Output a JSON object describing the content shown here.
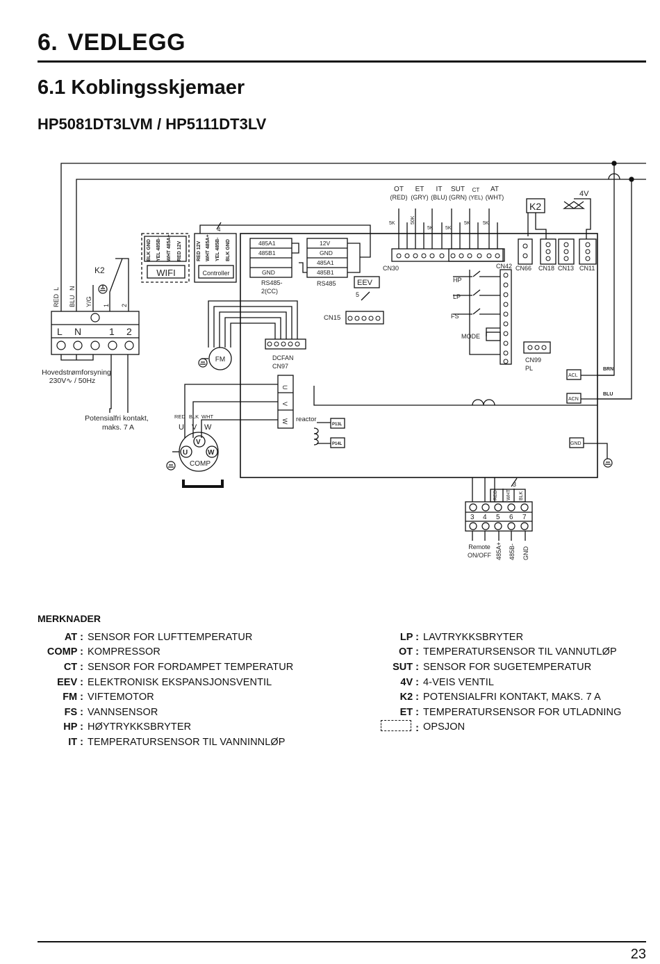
{
  "heading": {
    "number": "6.",
    "title": "VEDLEGG"
  },
  "section_title": "6.1 Koblingsskjemaer",
  "model_title": "HP5081DT3LVM / HP5111DT3LV",
  "diagram": {
    "terminal_letters": [
      "L",
      "N",
      "1",
      "2"
    ],
    "wire_labels_left": [
      "RED",
      "L",
      "BLU",
      "N",
      "Y/G",
      "1",
      "2"
    ],
    "k2_label": "K2",
    "power_supply": [
      "Hovedstrømforsyning",
      "230V∿ / 50Hz"
    ],
    "potential_free": [
      "Potensialfri kontakt,",
      "maks. 7 A"
    ],
    "wifi_pins": [
      "BLK GND",
      "YEL 485B-",
      "WHT 485A+",
      "RED 12V"
    ],
    "wifi_label": "WIFI",
    "controller_pins": [
      "RED 12V",
      "WHT 485A+",
      "YEL 485B-",
      "BLK GND"
    ],
    "controller_label": "Controller",
    "controller_num": "4",
    "rs485_cc_pins": [
      "485A1",
      "485B1",
      "GND"
    ],
    "rs485_cc_label": [
      "RS485-",
      "2(CC)"
    ],
    "rs485_pins": [
      "12V",
      "GND",
      "485A1",
      "485B1"
    ],
    "rs485_label": "RS485",
    "eev_label": "EEV",
    "eev_num": "5",
    "cn15_label": "CN15",
    "fm_label": "FM",
    "dcfan_label": [
      "DCFAN",
      "CN97"
    ],
    "uvw": [
      "U",
      "V",
      "W"
    ],
    "comp_wires": [
      "RED",
      "BLK",
      "WHT"
    ],
    "comp_label": "COMP",
    "reactor_label": "reactor",
    "p13_label": "P13L",
    "p14_label": "P14L",
    "sensors_top": [
      "OT",
      "ET",
      "IT",
      "SUT",
      "CT",
      "AT"
    ],
    "sensors_colors": [
      "(RED)",
      "(GRY)",
      "(BLU)",
      "(GRN)",
      "(YEL)",
      "(WHT)"
    ],
    "sensor_res": [
      "5K",
      "50K",
      "5K",
      "5K",
      "5K",
      "5K"
    ],
    "cn30_label": "CN30",
    "cn42_label": "CN42",
    "switch_labels": [
      "HP",
      "LP",
      "FS",
      "MODE"
    ],
    "k2_top_label": "K2",
    "fourv_label": "4V",
    "connectors_right": [
      "CN66",
      "CN18",
      "CN13",
      "CN11"
    ],
    "cn99_label": [
      "CN99",
      "PL"
    ],
    "acl_label": "ACL",
    "acn_label": "ACN",
    "gnd_label": "GND",
    "brn_label": "BRN",
    "blu_label": "BLU",
    "bottom_wire_num": "3",
    "bottom_wires": [
      "RED",
      "WHT",
      "BLK"
    ],
    "bottom_terminals": [
      "3",
      "4",
      "5",
      "6",
      "7"
    ],
    "bottom_labels": [
      "Remote",
      "ON/OFF",
      "485A+",
      "485B-",
      "GND"
    ]
  },
  "notes_title": "MERKNADER",
  "notes_left": [
    {
      "key": "AT :",
      "desc": "SENSOR FOR LUFTTEMPERATUR"
    },
    {
      "key": "COMP :",
      "desc": "KOMPRESSOR"
    },
    {
      "key": "CT :",
      "desc": "SENSOR FOR FORDAMPET TEMPERATUR"
    },
    {
      "key": "EEV :",
      "desc": "ELEKTRONISK EKSPANSJONSVENTIL"
    },
    {
      "key": "FM :",
      "desc": "VIFTEMOTOR"
    },
    {
      "key": "FS :",
      "desc": "VANNSENSOR"
    },
    {
      "key": "HP :",
      "desc": "HØYTRYKKSBRYTER"
    },
    {
      "key": "IT :",
      "desc": "TEMPERATURSENSOR TIL VANNINNLØP"
    }
  ],
  "notes_right": [
    {
      "key": "LP :",
      "desc": "LAVTRYKKSBRYTER"
    },
    {
      "key": "OT :",
      "desc": "TEMPERATURSENSOR TIL VANNUTLØP"
    },
    {
      "key": "SUT :",
      "desc": "SENSOR FOR SUGETEMPERATUR"
    },
    {
      "key": "4V :",
      "desc": "4-VEIS VENTIL"
    },
    {
      "key": "K2 :",
      "desc": "POTENSIALFRI KONTAKT, MAKS. 7 A"
    },
    {
      "key": "ET :",
      "desc": "TEMPERATURSENSOR FOR UTLADNING"
    }
  ],
  "option_note": {
    "key": ":",
    "desc": "OPSJON"
  },
  "page_number": "23"
}
